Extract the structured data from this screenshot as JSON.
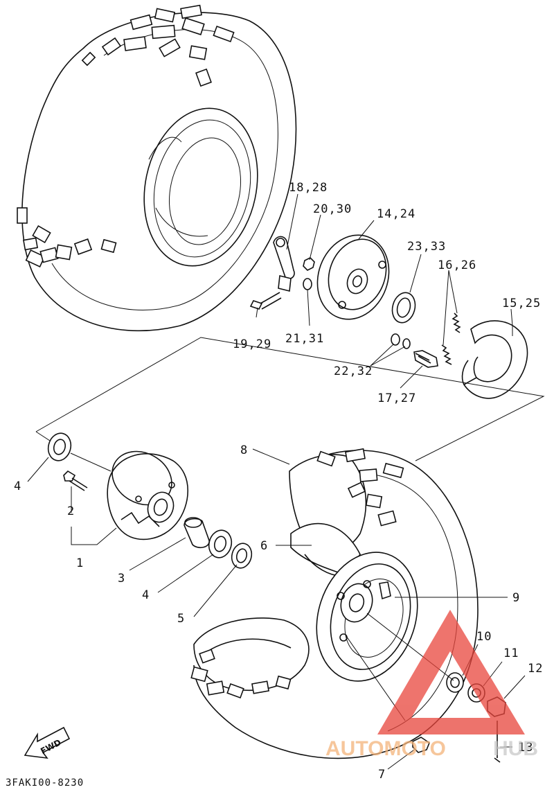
{
  "diagram": {
    "drawing_code": "3FAKI00-8230",
    "direction_label": "FWD",
    "callouts": {
      "c1": "1",
      "c2": "2",
      "c3": "3",
      "c4a": "4",
      "c4b": "4",
      "c5": "5",
      "c6": "6",
      "c7": "7",
      "c8": "8",
      "c9": "9",
      "c10": "10",
      "c11": "11",
      "c12": "12",
      "c13": "13",
      "c14": "14,24",
      "c15": "15,25",
      "c16": "16,26",
      "c17": "17,27",
      "c18": "18,28",
      "c19": "19,29",
      "c20": "20,30",
      "c21": "21,31",
      "c22": "22,32",
      "c23": "23,33"
    }
  },
  "watermark": {
    "part_a": "AUTOMOTO",
    "part_b": "HUB",
    "accent_color": "#e8453c",
    "text_color": "#f3b37a",
    "secondary_color": "#c9c9c9"
  }
}
